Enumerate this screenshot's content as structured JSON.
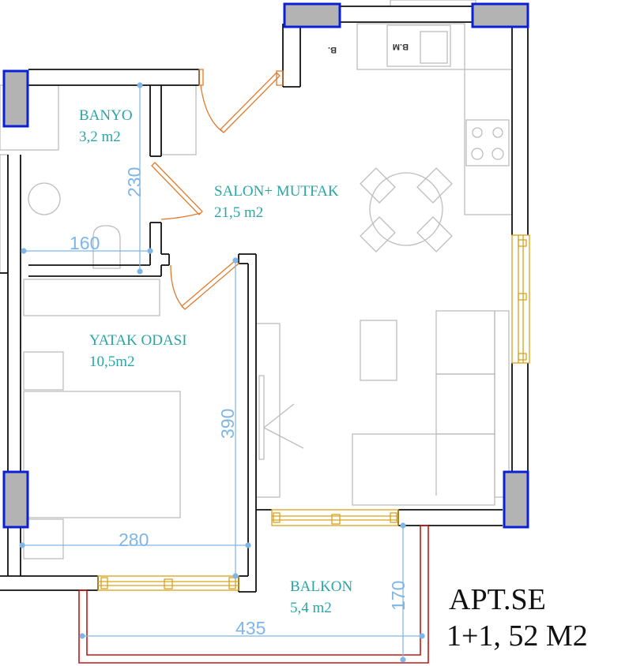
{
  "plan": {
    "title": "APT.SE",
    "subtitle": "1+1, 52 M2"
  },
  "rooms": {
    "banyo": {
      "name": "BANYO",
      "area": "3,2 m2"
    },
    "salon": {
      "name": "SALON+ MUTFAK",
      "area": "21,5 m2"
    },
    "yatak": {
      "name": "YATAK ODASI",
      "area": "10,5m2"
    },
    "balkon": {
      "name": "BALKON",
      "area": "5,4 m2"
    }
  },
  "dimensions": {
    "banyo_height": "230",
    "banyo_width": "160",
    "yatak_height": "390",
    "yatak_width": "280",
    "balkon_height": "170",
    "balkon_width": "435"
  },
  "appliances": {
    "washer_label": "B.",
    "dishwasher_label": "B.M"
  },
  "colors": {
    "wall": "#111111",
    "column_fill": "#b3b3b3",
    "column_border": "#0a1fd6",
    "room_text": "#2aa6a6",
    "dimension": "#7fb6e6",
    "door": "#e07a2c",
    "window": "#d9a21b",
    "balcony_rail": "#c21818",
    "furniture": "#bdbdbd"
  }
}
